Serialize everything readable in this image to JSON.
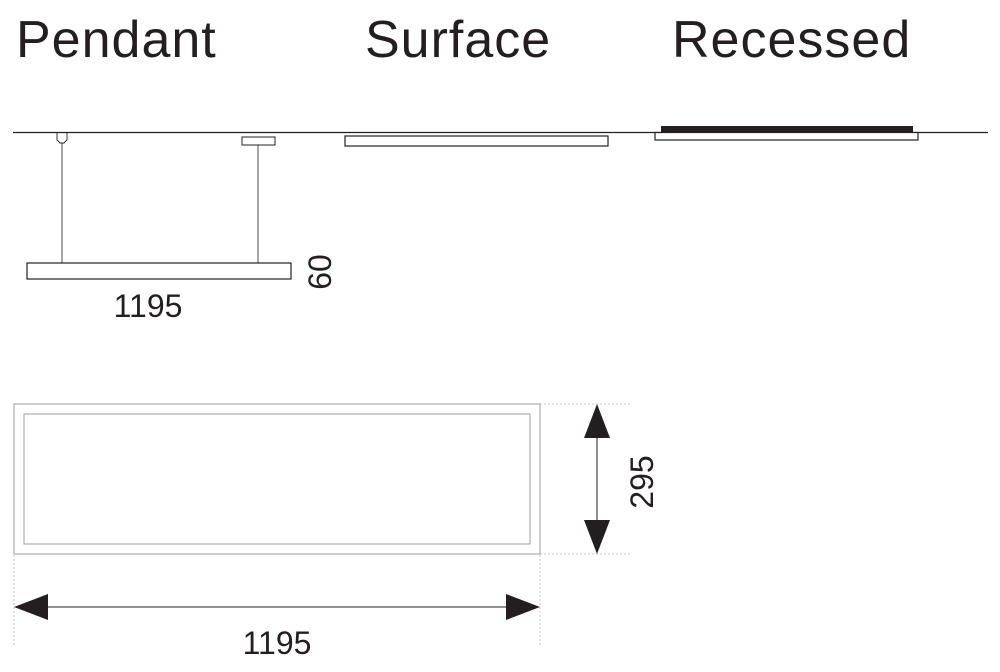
{
  "titles": {
    "pendant": "Pendant",
    "surface": "Surface",
    "recessed": "Recessed"
  },
  "dimensions": {
    "pendant_length": "1195",
    "pendant_height": "60",
    "plan_width": "295",
    "plan_length": "1195"
  },
  "colors": {
    "line": "#231f20",
    "fill": "#ffffff"
  }
}
